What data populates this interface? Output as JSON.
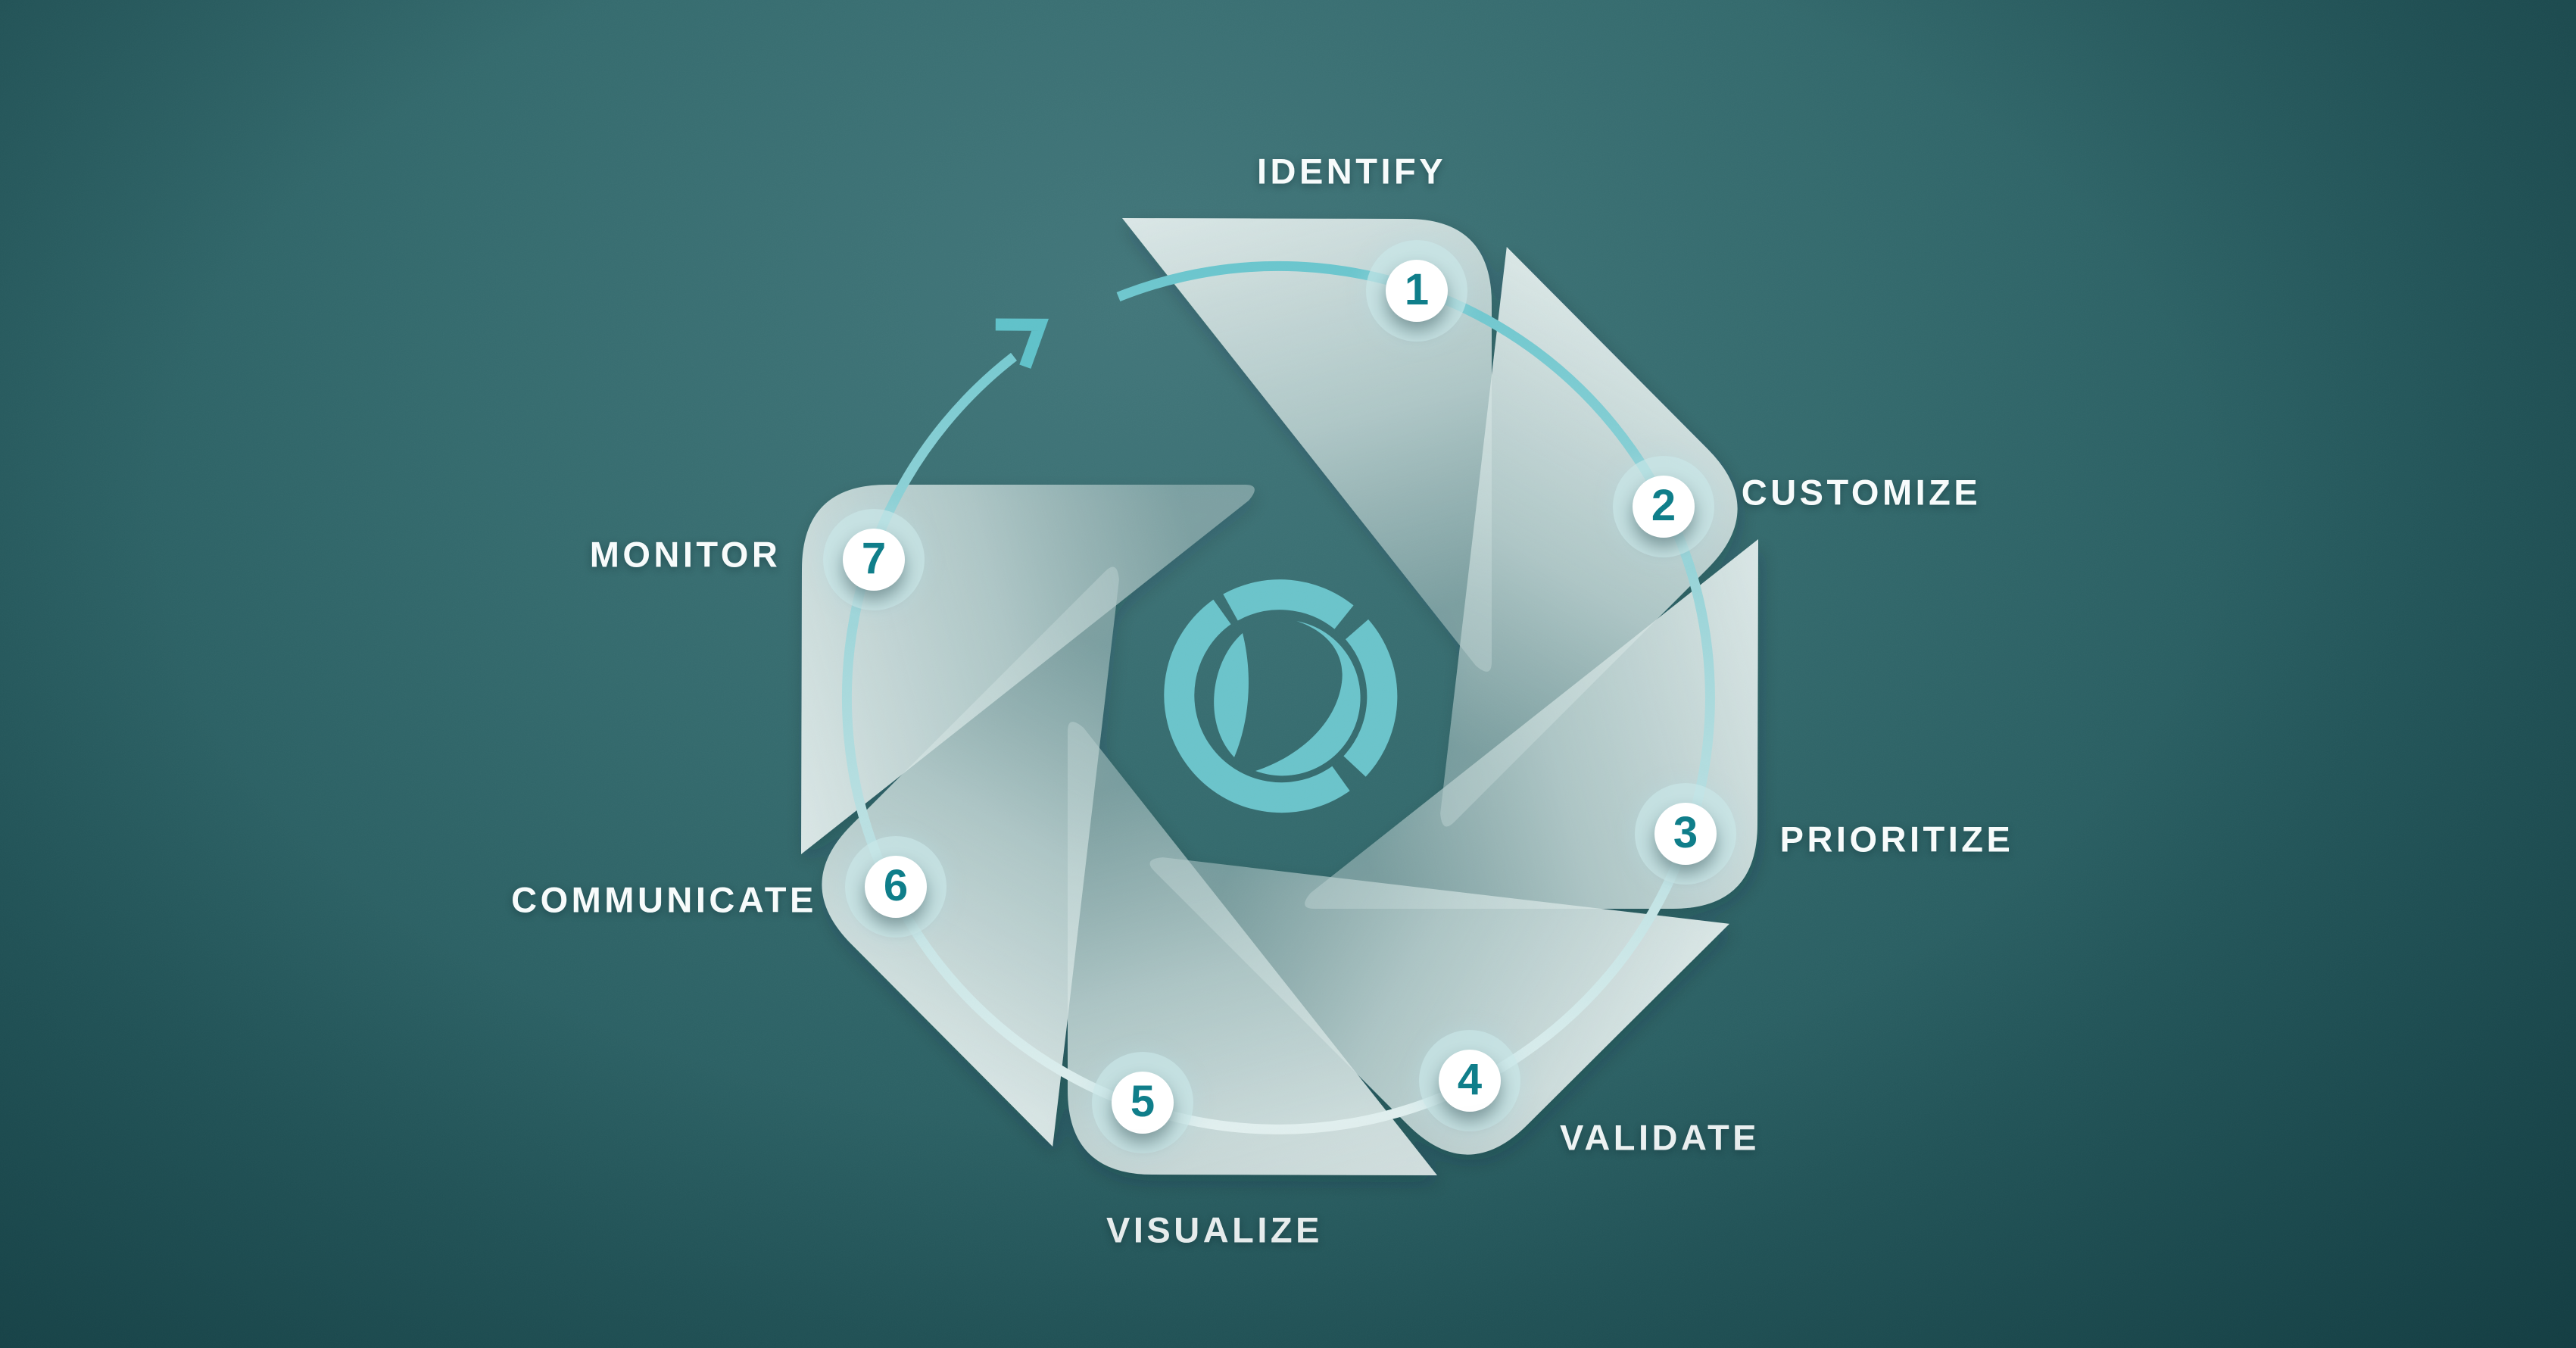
{
  "diagram": {
    "type": "cycle-aperture",
    "step_count": 7,
    "steps": [
      {
        "number": "1",
        "label": "IDENTIFY"
      },
      {
        "number": "2",
        "label": "CUSTOMIZE"
      },
      {
        "number": "3",
        "label": "PRIORITIZE"
      },
      {
        "number": "4",
        "label": "VALIDATE"
      },
      {
        "number": "5",
        "label": "VISUALIZE"
      },
      {
        "number": "6",
        "label": "COMMUNICATE"
      },
      {
        "number": "7",
        "label": "MONITOR"
      }
    ],
    "icons": {
      "cycle_arrow": "chevron pointing clockwise along the ring between step 7 and step 1",
      "center_logo": "segmented circular brand mark with sail/leaf inside",
      "aperture": "seven translucent shutter blades arranged in a ring"
    },
    "colors": {
      "background_dark": "#1d5156",
      "background_light": "#41767a",
      "blade_light": "#dce9e8",
      "blade_deep": "#c0d4d4",
      "ring_top": "#66c5cd",
      "ring_bottom": "#e4f1f0",
      "accent_cyan": "#6ac4cb",
      "number_teal": "#0f7e8a",
      "label_white": "#f7fbfb",
      "halo": "#c8e6e8"
    }
  }
}
